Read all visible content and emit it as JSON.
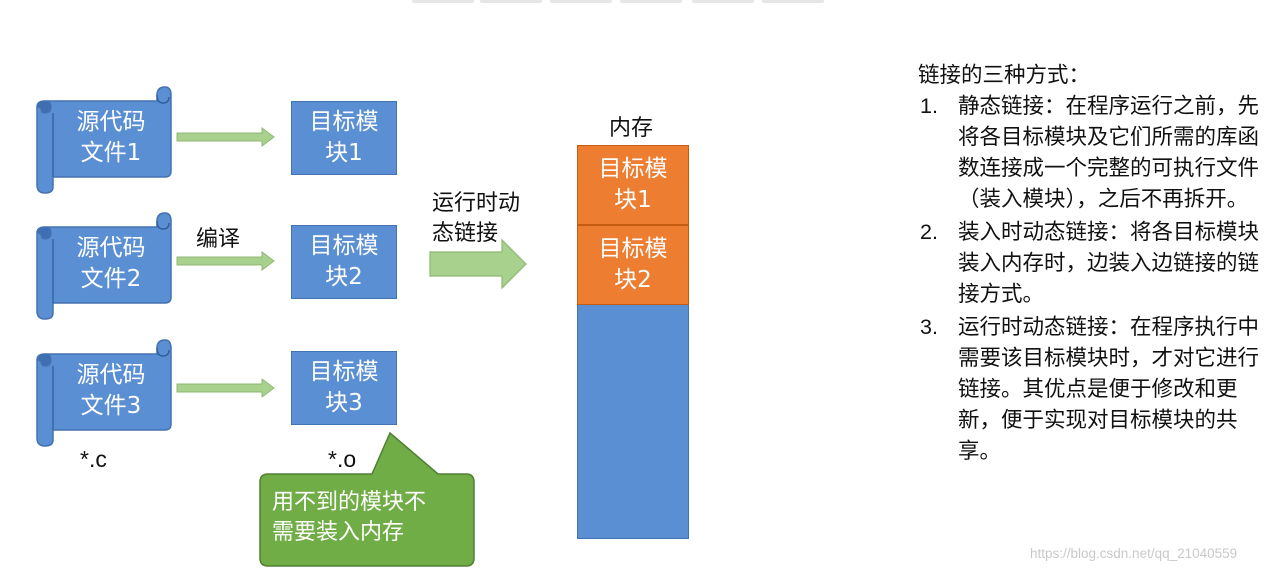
{
  "sources": [
    {
      "label": "源代码\n文件1"
    },
    {
      "label": "源代码\n文件2"
    },
    {
      "label": "源代码\n文件3"
    }
  ],
  "targets": [
    {
      "label": "目标模\n块1"
    },
    {
      "label": "目标模\n块2"
    },
    {
      "label": "目标模\n块3"
    }
  ],
  "compile_label": "编译",
  "source_ext": "*.c",
  "object_ext": "*.o",
  "runtime_label": "运行时动\n态链接",
  "memory": {
    "title": "内存",
    "blocks": [
      "目标模\n块1",
      "目标模\n块2"
    ]
  },
  "callout": "用不到的模块不\n需要装入内存",
  "notes": {
    "heading": "链接的三种方式：",
    "items": [
      {
        "num": "1.",
        "text": "静态链接：在程序运行之前，先将各目标模块及它们所需的库函数连接成一个完整的可执行文件（装入模块），之后不再拆开。"
      },
      {
        "num": "2.",
        "text": "装入时动态链接：将各目标模块装入内存时，边装入边链接的链接方式。"
      },
      {
        "num": "3.",
        "text": "运行时动态链接：在程序执行中需要该目标模块时，才对它进行链接。其优点是便于修改和更新，便于实现对目标模块的共享。"
      }
    ]
  },
  "watermark": "https://blog.csdn.net/qq_21040559",
  "colors": {
    "blue_fill": "#5b8fd4",
    "orange_fill": "#ed7d31",
    "green_arrow": "#a9d18e",
    "callout_green": "#70ad47"
  }
}
